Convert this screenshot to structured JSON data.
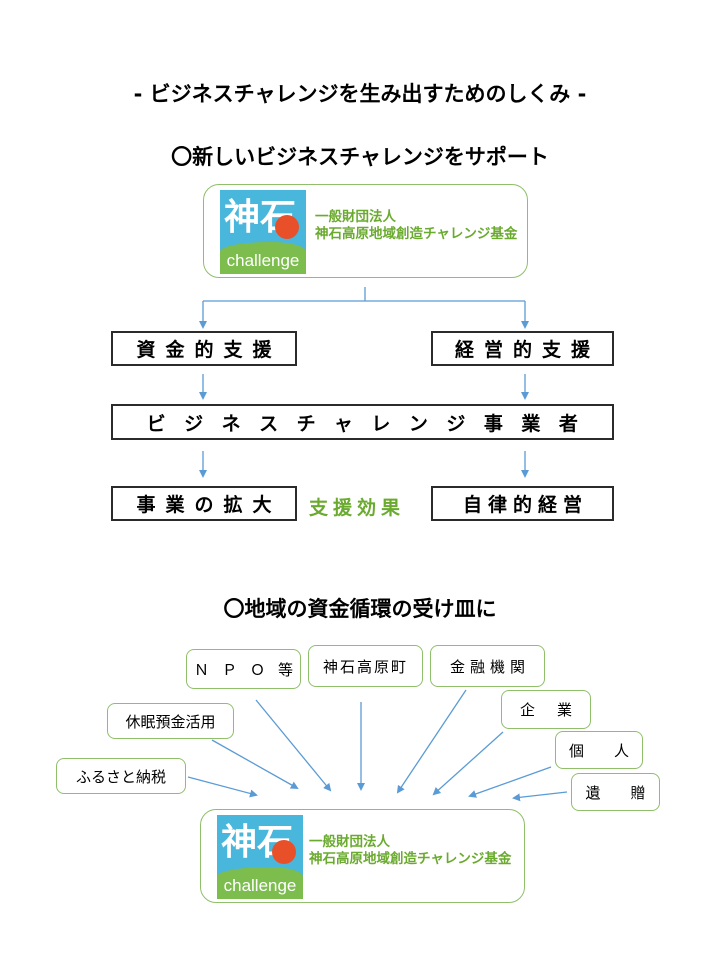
{
  "title": "- ビジネスチャレンジを生み出すためのしくみ -",
  "section1": {
    "heading": "〇新しいビジネスチャレンジをサポート",
    "org": {
      "logo_kanji": "神石",
      "logo_word": "challenge",
      "name_line1": "一般財団法人",
      "name_line2": "神石高原地域創造チャレンジ基金"
    },
    "support_funding": "資金的支援",
    "support_management": "経営的支援",
    "business": "ビジネスチャレンジ事業者",
    "result_expand": "事業の拡大",
    "effect": "支援効果",
    "result_autonomy": "自律的経営"
  },
  "section2": {
    "heading": "〇地域の資金循環の受け皿に",
    "sources": [
      "ＮＰＯ等",
      "神石高原町",
      "金融機関",
      "休眠預金活用",
      "企業",
      "個人",
      "ふるさと納税",
      "遺贈"
    ],
    "org": {
      "logo_kanji": "神石",
      "logo_word": "challenge",
      "name_line1": "一般財団法人",
      "name_line2": "神石高原地域創造チャレンジ基金"
    }
  },
  "colors": {
    "accent_green": "#6aaa2e",
    "box_border_green": "#8fbf6a",
    "arrow_blue": "#5b9bd5",
    "logo_blue": "#49b6dc",
    "logo_sun": "#e8502a"
  }
}
